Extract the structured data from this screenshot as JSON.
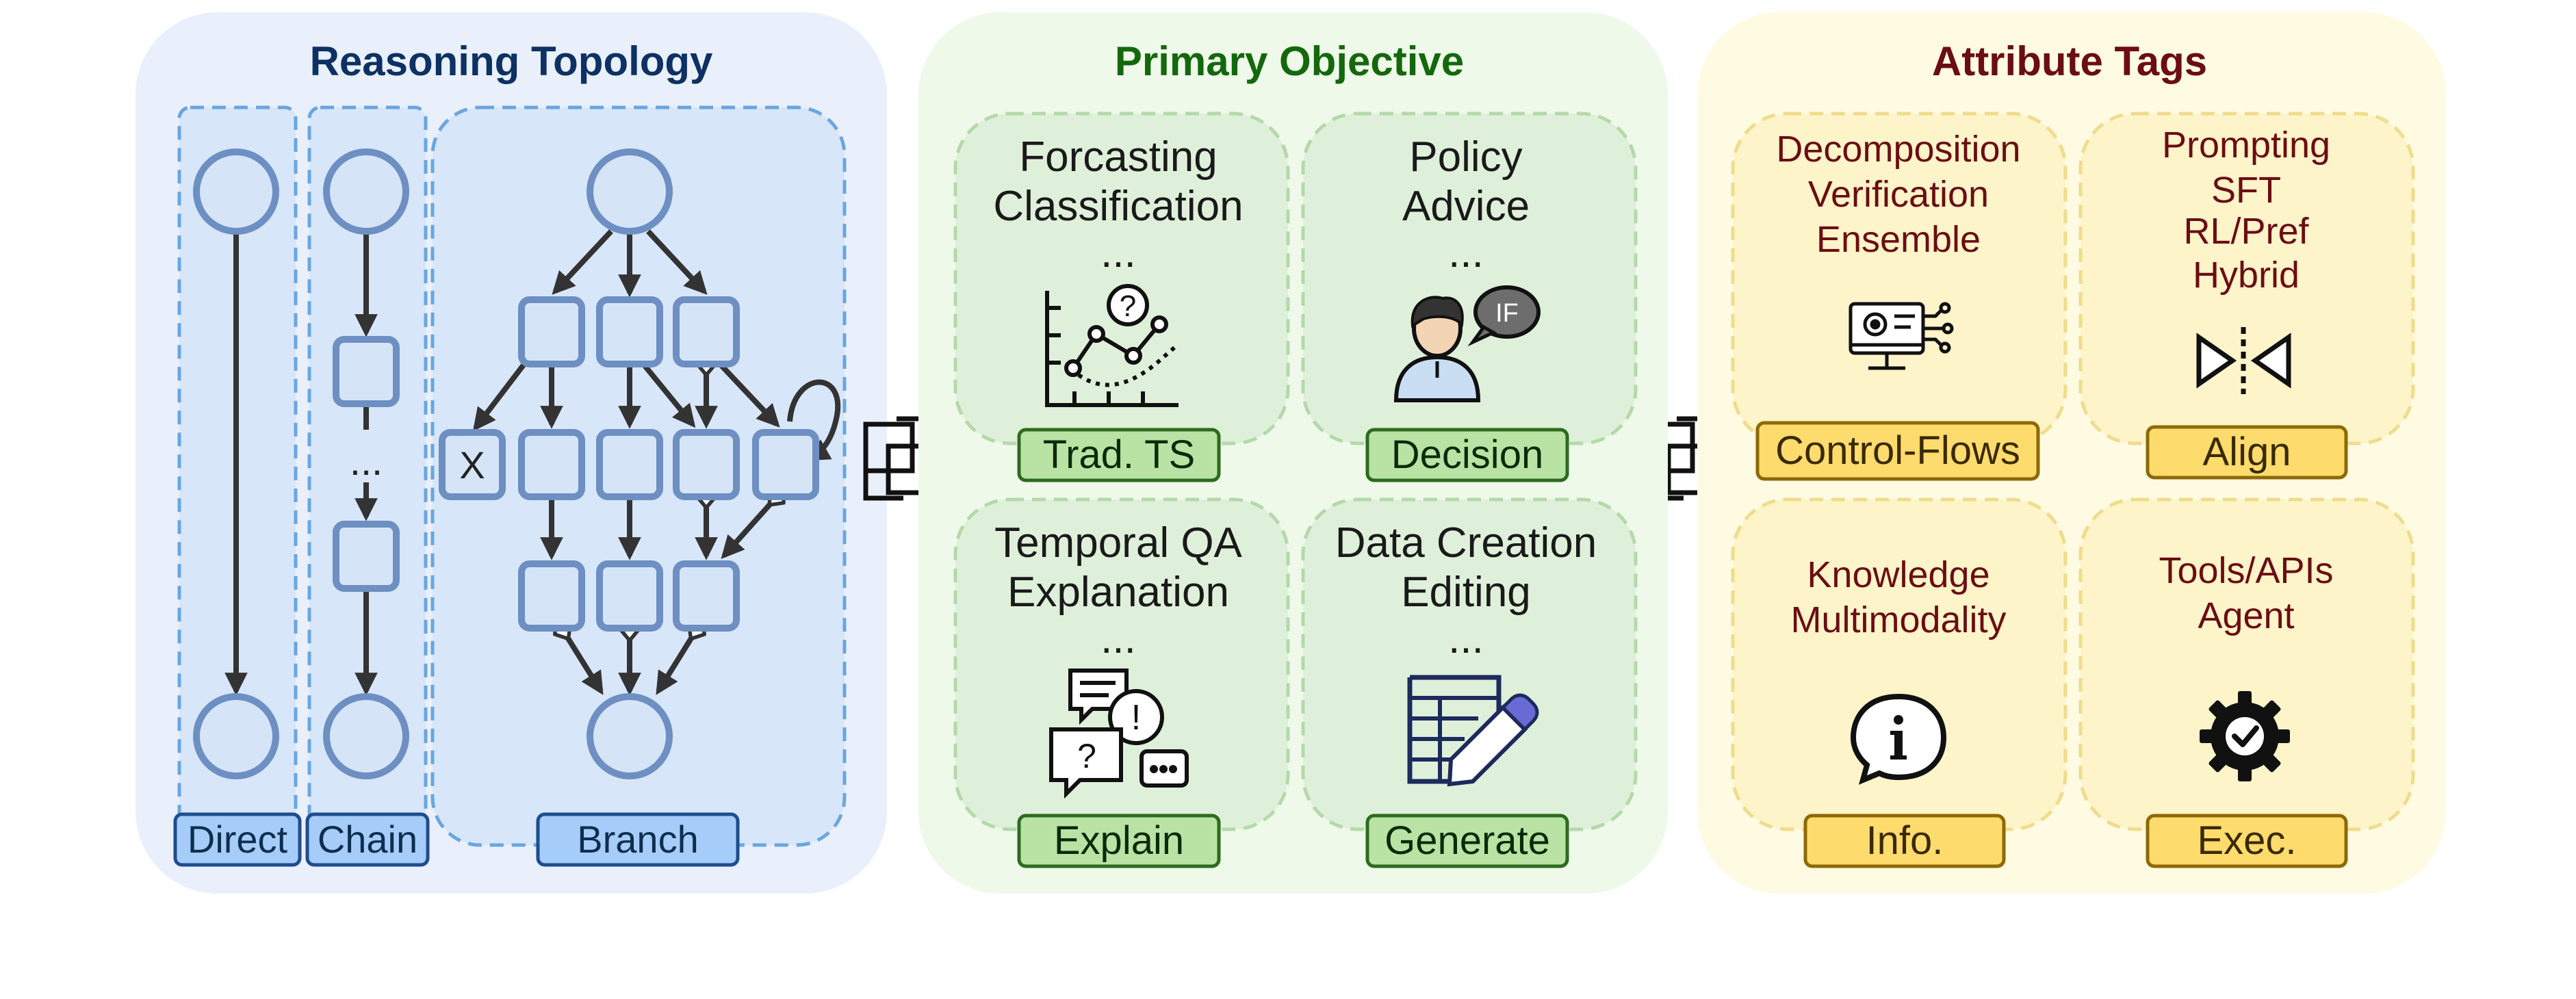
{
  "panels": {
    "topology": {
      "title": "Reasoning Topology",
      "labels": {
        "direct": "Direct",
        "chain": "Chain",
        "branch": "Branch"
      },
      "chain_ellipsis": "...",
      "pruned_node_mark": "X"
    },
    "objective": {
      "title": "Primary Objective",
      "cards": [
        {
          "lines": [
            "Forcasting",
            "Classification"
          ],
          "ellipsis": "...",
          "tag": "Trad. TS",
          "icon": "line-chart-question-icon"
        },
        {
          "lines": [
            "Policy",
            "Advice"
          ],
          "ellipsis": "...",
          "tag": "Decision",
          "icon": "person-if-bubble-icon",
          "bubble_text": "IF"
        },
        {
          "lines": [
            "Temporal QA",
            "Explanation"
          ],
          "ellipsis": "...",
          "tag": "Explain",
          "icon": "speech-bubbles-icon"
        },
        {
          "lines": [
            "Data Creation",
            "Editing"
          ],
          "ellipsis": "...",
          "tag": "Generate",
          "icon": "table-pen-icon"
        }
      ]
    },
    "attributes": {
      "title": "Attribute Tags",
      "cards": [
        {
          "lines": [
            "Decomposition",
            "Verification",
            "Ensemble"
          ],
          "tag": "Control-Flows",
          "icon": "monitor-gear-icon"
        },
        {
          "lines": [
            "Prompting",
            "SFT",
            "RL/Pref",
            "Hybrid"
          ],
          "tag": "Align",
          "icon": "mirror-triangles-icon"
        },
        {
          "lines": [
            "Knowledge",
            "Multimodality"
          ],
          "tag": "Info.",
          "icon": "info-bubble-icon"
        },
        {
          "lines": [
            "Tools/APIs",
            "Agent"
          ],
          "tag": "Exec.",
          "icon": "gear-check-icon"
        }
      ]
    }
  },
  "connectors": [
    "combine-icon",
    "combine-icon"
  ],
  "colors": {
    "topology_bg": "#e9f0fb",
    "objective_bg": "#eef9ea",
    "attributes_bg": "#fffbe3",
    "node_stroke": "#6d8fc2",
    "node_fill": "#d5e4f7",
    "blue_tag": "#a6cdfa",
    "green_tag": "#b9e3a4",
    "yellow_tag": "#fddb6d"
  }
}
